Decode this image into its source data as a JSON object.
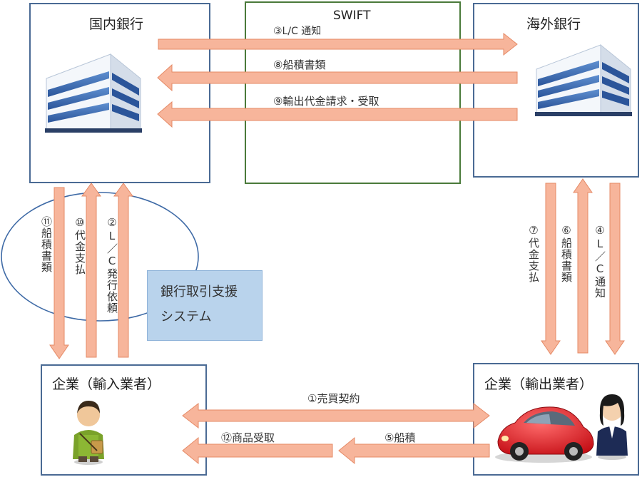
{
  "boxes": {
    "domestic_bank": "国内銀行",
    "swift": "SWIFT",
    "foreign_bank": "海外銀行",
    "importer": "企業（輸入業者）",
    "exporter": "企業（輸出業者）"
  },
  "system_box": {
    "line1": "銀行取引支援",
    "line2": "システム"
  },
  "steps": {
    "s1": "①売買契約",
    "s2": "②L／C発行依頼",
    "s3": "③L/C 通知",
    "s4": "④L／C通知",
    "s5": "⑤船積",
    "s6": "⑥船積書類",
    "s7": "⑦代金支払",
    "s8": "⑧船積書類",
    "s9": "⑨輸出代金請求・受取",
    "s10": "⑩代金支払",
    "s11": "⑪船積書類",
    "s12": "⑫商品受取"
  },
  "colors": {
    "arrow_fill": "#f7b59b",
    "arrow_edge": "#e58a66",
    "box_border_blue": "#4a6a94",
    "box_border_green": "#4a7a3a",
    "system_fill": "#b9d3ec",
    "ellipse_stroke": "#3e6aa6"
  },
  "icons": [
    "building-icon",
    "building-icon",
    "man-with-bag-icon",
    "red-car-icon",
    "woman-icon"
  ]
}
